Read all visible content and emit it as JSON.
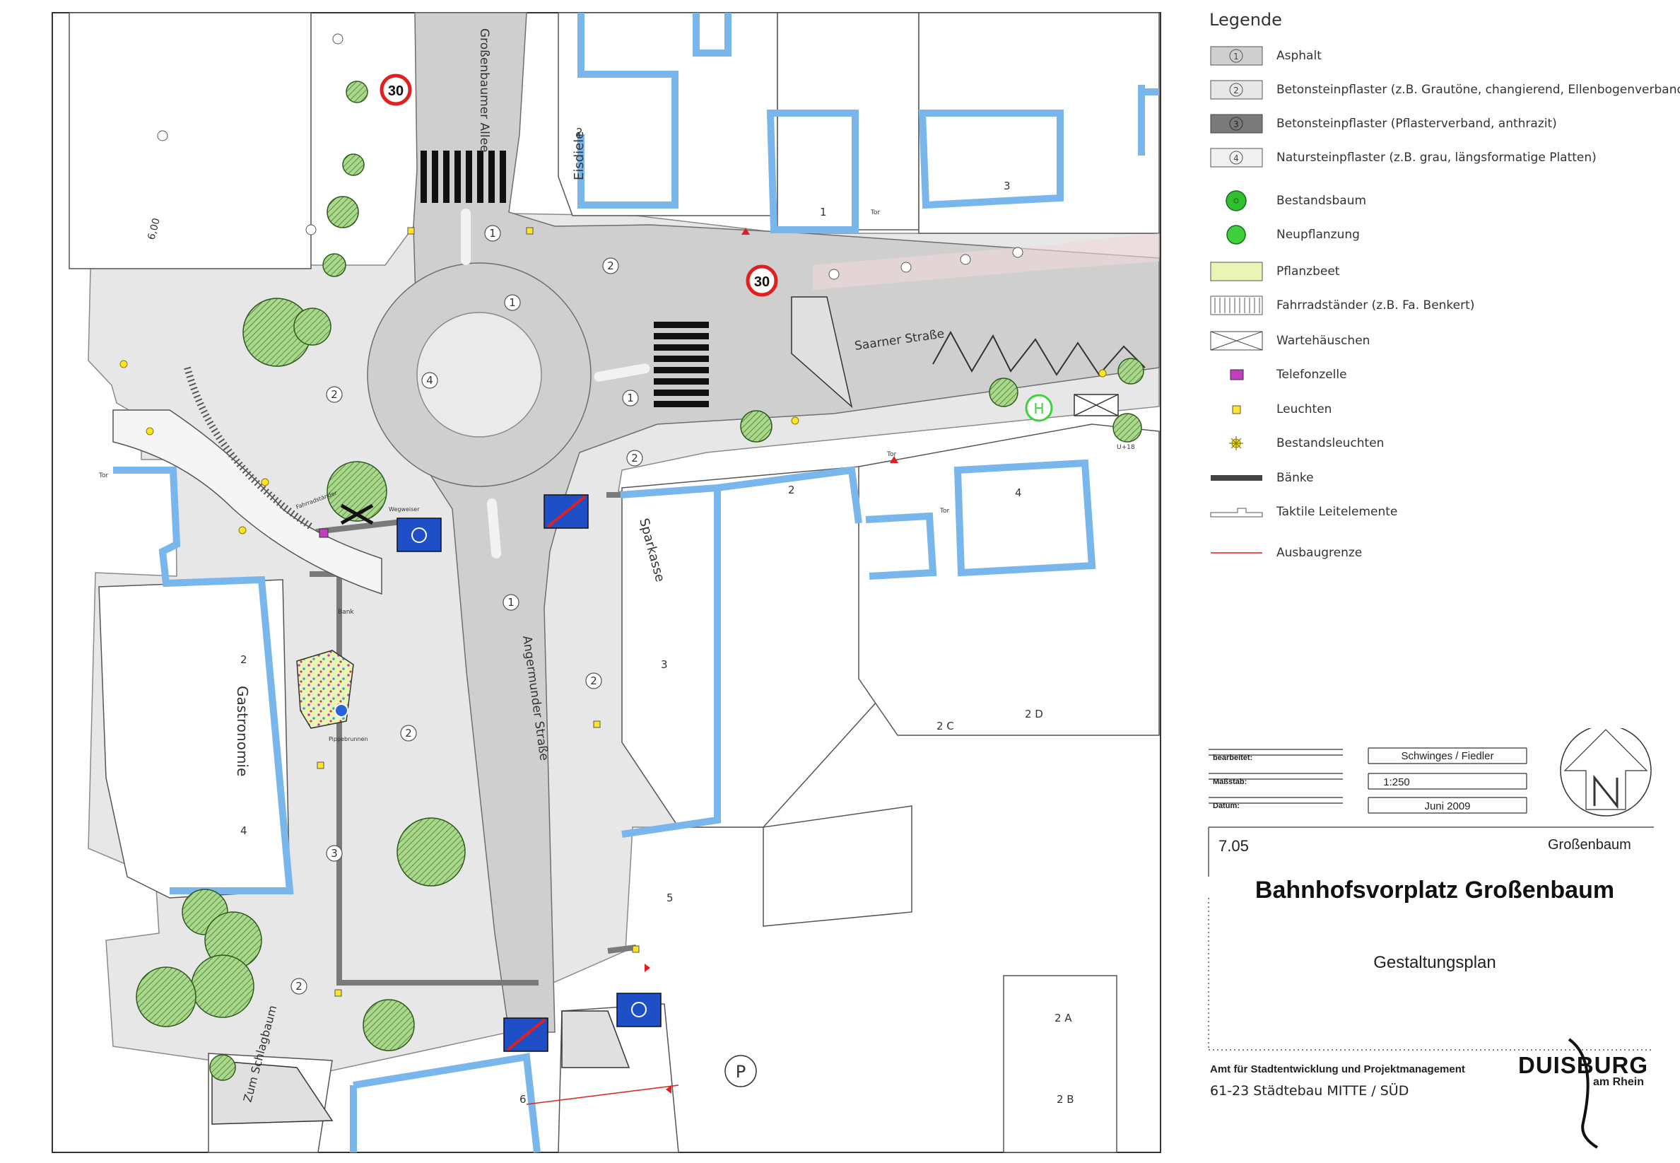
{
  "legend": {
    "title": "Legende",
    "items": [
      {
        "label": "Asphalt",
        "symbol": "asphalt-swatch",
        "number": "1"
      },
      {
        "label": "Betonsteinpflaster (z.B. Grautöne, changierend, Ellenbogenverband)",
        "symbol": "concrete-pavers-swatch",
        "number": "2"
      },
      {
        "label": "Betonsteinpflaster (Pflasterverband, anthrazit)",
        "symbol": "anthracite-pavers-swatch",
        "number": "3"
      },
      {
        "label": "Natursteinpflaster (z.B. grau, längsformatige Platten)",
        "symbol": "natural-stone-swatch",
        "number": "4"
      },
      {
        "label": "Bestandsbaum",
        "symbol": "existing-tree-icon"
      },
      {
        "label": "Neupflanzung",
        "symbol": "new-planting-icon"
      },
      {
        "label": "Pflanzbeet",
        "symbol": "planting-bed-swatch"
      },
      {
        "label": "Fahrradständer  (z.B. Fa. Benkert)",
        "symbol": "bike-rack-icon"
      },
      {
        "label": "Wartehäuschen",
        "symbol": "shelter-icon"
      },
      {
        "label": "Telefonzelle",
        "symbol": "phone-booth-icon"
      },
      {
        "label": "Leuchten",
        "symbol": "light-icon"
      },
      {
        "label": "Bestandsleuchten",
        "symbol": "existing-light-icon"
      },
      {
        "label": "Bänke",
        "symbol": "bench-icon"
      },
      {
        "label": "Taktile Leitelemente",
        "symbol": "tactile-guide-icon"
      },
      {
        "label": "Ausbaugrenze",
        "symbol": "boundary-line-icon"
      }
    ]
  },
  "title_block": {
    "fields": [
      {
        "label": "bearbeitet:",
        "value": "Schwinges / Fiedler"
      },
      {
        "label": "Maßstab:",
        "value": "1:250"
      },
      {
        "label": "Datum:",
        "value": "Juni 2009"
      }
    ],
    "plan_number": "7.05",
    "place": "Großenbaum",
    "title": "Bahnhofsvorplatz Großenbaum",
    "subtitle": "Gestaltungsplan",
    "office": "Amt für Stadtentwicklung und Projektmanagement",
    "department": "61-23   Städtebau MITTE / SÜD",
    "logo_main": "DUISBURG",
    "logo_sub": "am Rhein"
  },
  "map": {
    "streets": {
      "grossenbaumer_allee": "Großenbaumer Allee",
      "saarner_strasse": "Saarner Straße",
      "angermunder_strasse": "Angermunder Straße",
      "zum_schlagbaum": "Zum Schlagbaum"
    },
    "buildings": {
      "eisdiele": "Eisdiele",
      "sparkasse": "Sparkasse",
      "gastronomie": "Gastronomie"
    },
    "house_numbers": [
      "2",
      "1",
      "3",
      "2",
      "4",
      "3",
      "5",
      "2",
      "4",
      "2 C",
      "2 D",
      "2 A",
      "2 B",
      "6"
    ],
    "surface_numbers": {
      "one": "1",
      "two": "2",
      "three": "3",
      "four": "4"
    },
    "speed_limit": "30",
    "parking_symbol": "P",
    "bus_stop_symbol": "H",
    "distance_label": "6,00",
    "gate_label": "Tor",
    "bench_label": "Bank",
    "fountain_label": "Pippebrunnen",
    "signpost_label": "Wegweiser",
    "bike_rack_label": "Fahrradständer",
    "unterflur_label": "U+18"
  }
}
